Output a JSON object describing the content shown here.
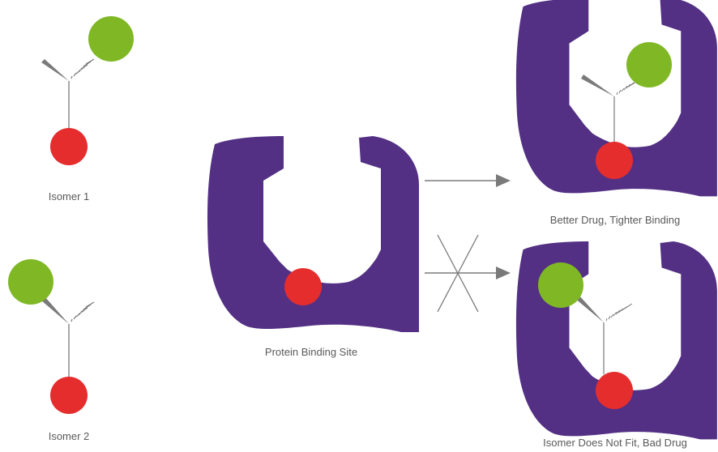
{
  "labels": {
    "isomer1": "Isomer 1",
    "isomer2": "Isomer 2",
    "binding_site": "Protein Binding Site",
    "good_result": "Better Drug, Tighter Binding",
    "bad_result": "Isomer Does Not Fit, Bad Drug"
  },
  "colors": {
    "protein": "#533084",
    "red_group": "#e52d2d",
    "green_group": "#80b825",
    "bond": "#7a7a7a",
    "label_text": "#5a5a5a",
    "arrow": "#7a7a7a"
  },
  "icons": {
    "no_binding_mark": "cross-mark-icon"
  }
}
